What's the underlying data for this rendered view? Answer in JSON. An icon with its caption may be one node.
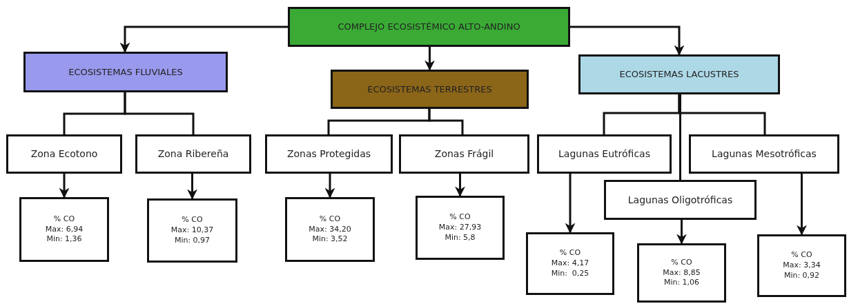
{
  "diagram": {
    "nodes": [
      {
        "text": [
          "COMPLEJO ECOSISTÉMICO ALTO-ANDINO"
        ]
      },
      {
        "text": [
          "ECOSISTEMAS FLUVIALES"
        ]
      },
      {
        "text": [
          "ECOSISTEMAS TERRESTRES"
        ]
      },
      {
        "text": [
          "ECOSISTEMAS LACUSTRES"
        ]
      },
      {
        "text": [
          "Zona Ecotono"
        ]
      },
      {
        "text": [
          "Zona Ribereña"
        ]
      },
      {
        "text": [
          "Zonas Protegidas"
        ]
      },
      {
        "text": [
          "Zonas Frágil"
        ]
      },
      {
        "text": [
          "Lagunas Eutróficas"
        ]
      },
      {
        "text": [
          "Lagunas Mesotróficas"
        ]
      },
      {
        "text": [
          "Lagunas Oligotróficas"
        ]
      },
      {
        "text": [
          "% CO",
          "Max: 6,94",
          "Min: 1,36"
        ]
      },
      {
        "text": [
          "% CO",
          "Max: 10,37",
          "Min: 0,97"
        ]
      },
      {
        "text": [
          "% CO",
          "Max: 34,20",
          "Min: 3,52"
        ]
      },
      {
        "text": [
          "% CO",
          "Max: 27,93",
          "Min: 5,8"
        ]
      },
      {
        "text": [
          "% CO",
          "Max: 4,17",
          "Min:  0,25"
        ]
      },
      {
        "text": [
          "% CO",
          "Max: 8,85",
          "Min: 1,06"
        ]
      },
      {
        "text": [
          "% CO",
          "Max: 3,34",
          "Min: 0,92"
        ]
      }
    ],
    "edges": [
      {
        "from": 0,
        "to": 1,
        "arrow": "to"
      },
      {
        "from": 0,
        "to": 2,
        "arrow": "to"
      },
      {
        "from": 0,
        "to": 3,
        "arrow": "to"
      },
      {
        "from": 1,
        "to": 4,
        "arrow": "none"
      },
      {
        "from": 1,
        "to": 5,
        "arrow": "none"
      },
      {
        "from": 2,
        "to": 6,
        "arrow": "none"
      },
      {
        "from": 2,
        "to": 7,
        "arrow": "none"
      },
      {
        "from": 3,
        "to": 8,
        "arrow": "none"
      },
      {
        "from": 3,
        "to": 9,
        "arrow": "none"
      },
      {
        "from": 3,
        "to": 10,
        "arrow": "none"
      },
      {
        "from": 4,
        "to": 11,
        "arrow": "to"
      },
      {
        "from": 5,
        "to": 12,
        "arrow": "to"
      },
      {
        "from": 6,
        "to": 13,
        "arrow": "to"
      },
      {
        "from": 7,
        "to": 14,
        "arrow": "to"
      },
      {
        "from": 8,
        "to": 15,
        "arrow": "to"
      },
      {
        "from": 10,
        "to": 16,
        "arrow": "to"
      },
      {
        "from": 9,
        "to": 17,
        "arrow": "to"
      }
    ]
  }
}
